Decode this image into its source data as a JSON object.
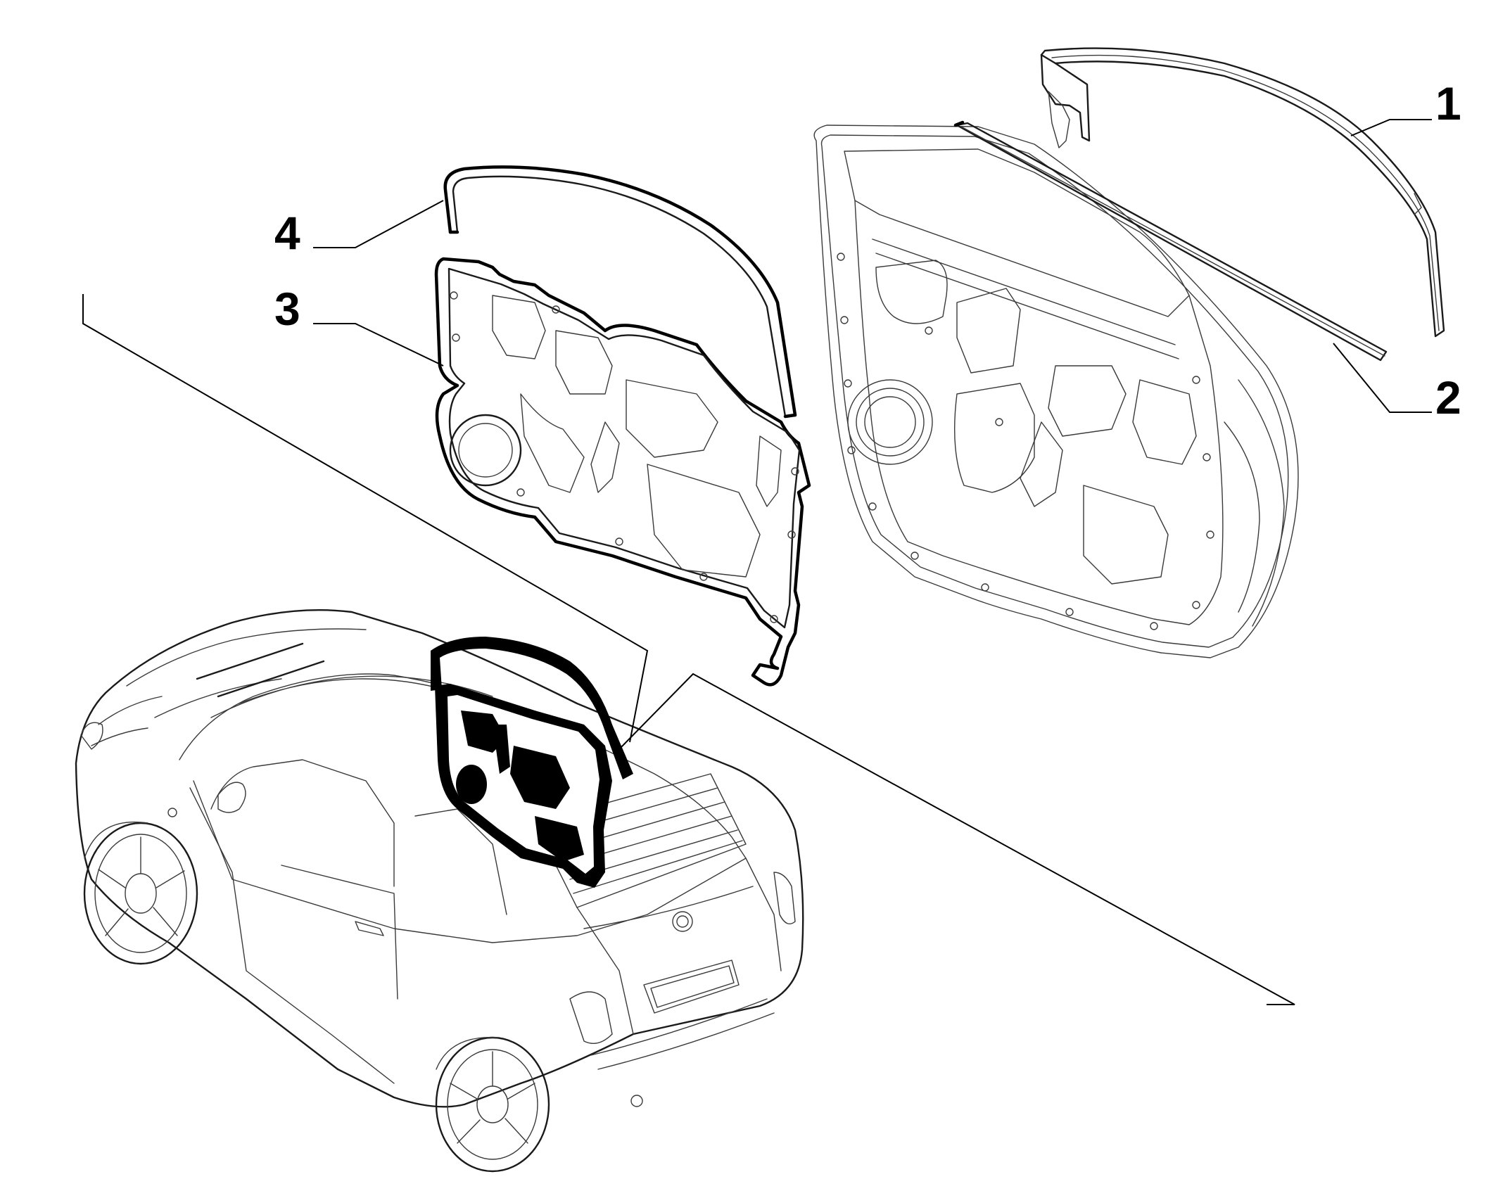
{
  "diagram": {
    "callouts": [
      {
        "id": "1",
        "label": "1"
      },
      {
        "id": "2",
        "label": "2"
      },
      {
        "id": "3",
        "label": "3"
      },
      {
        "id": "4",
        "label": "4"
      }
    ],
    "colors": {
      "line": "#000000",
      "background": "#ffffff",
      "highlight_fill": "#000000"
    },
    "parts": [
      {
        "ref": "1",
        "icon": "window-channel-frame"
      },
      {
        "ref": "2",
        "icon": "belt-weatherstrip"
      },
      {
        "ref": "3",
        "icon": "door-inner-panel-seal"
      },
      {
        "ref": "4",
        "icon": "door-seal-strip"
      }
    ]
  }
}
